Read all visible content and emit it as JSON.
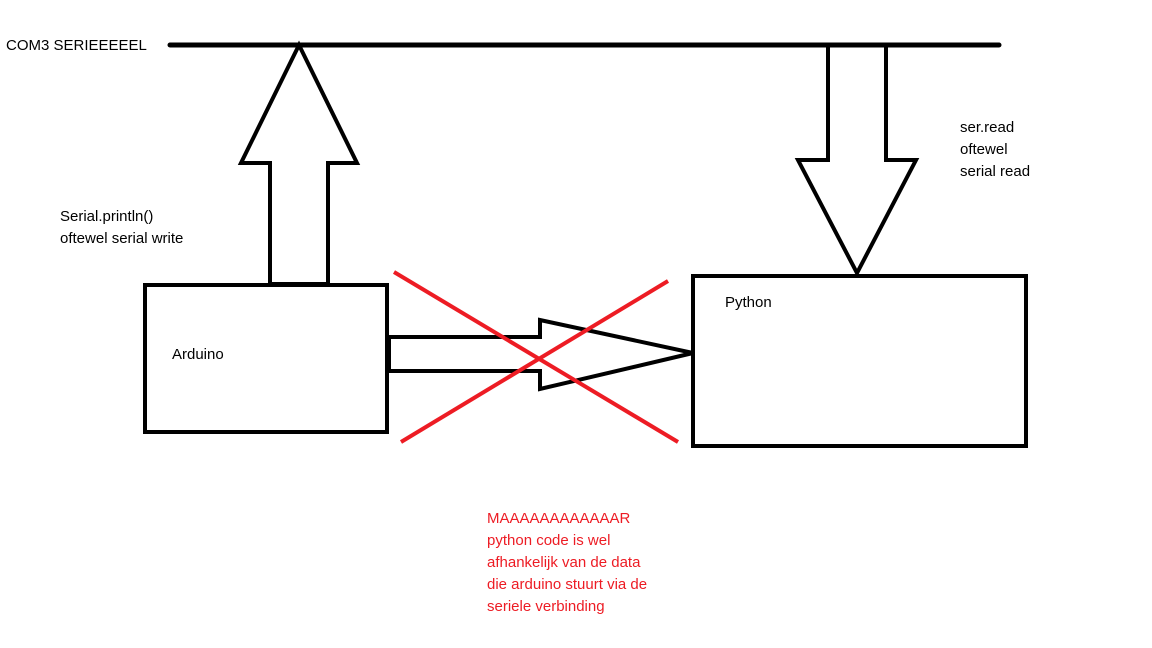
{
  "bus": {
    "label": "COM3 SERIEEEEEL"
  },
  "arduino": {
    "label": "Arduino"
  },
  "python": {
    "label": "Python"
  },
  "write_annotation": {
    "lines": [
      "Serial.println()",
      "oftewel serial write"
    ]
  },
  "read_annotation": {
    "lines": [
      "ser.read",
      "oftewel",
      "serial read"
    ]
  },
  "note": {
    "lines": [
      "MAAAAAAAAAAAAR",
      "python code is wel",
      "afhankelijk van de data",
      "die arduino stuurt via de",
      "seriele verbinding"
    ]
  },
  "colors": {
    "stroke": "#000000",
    "cross": "#ed1c24",
    "note_text": "#ed1c24"
  }
}
